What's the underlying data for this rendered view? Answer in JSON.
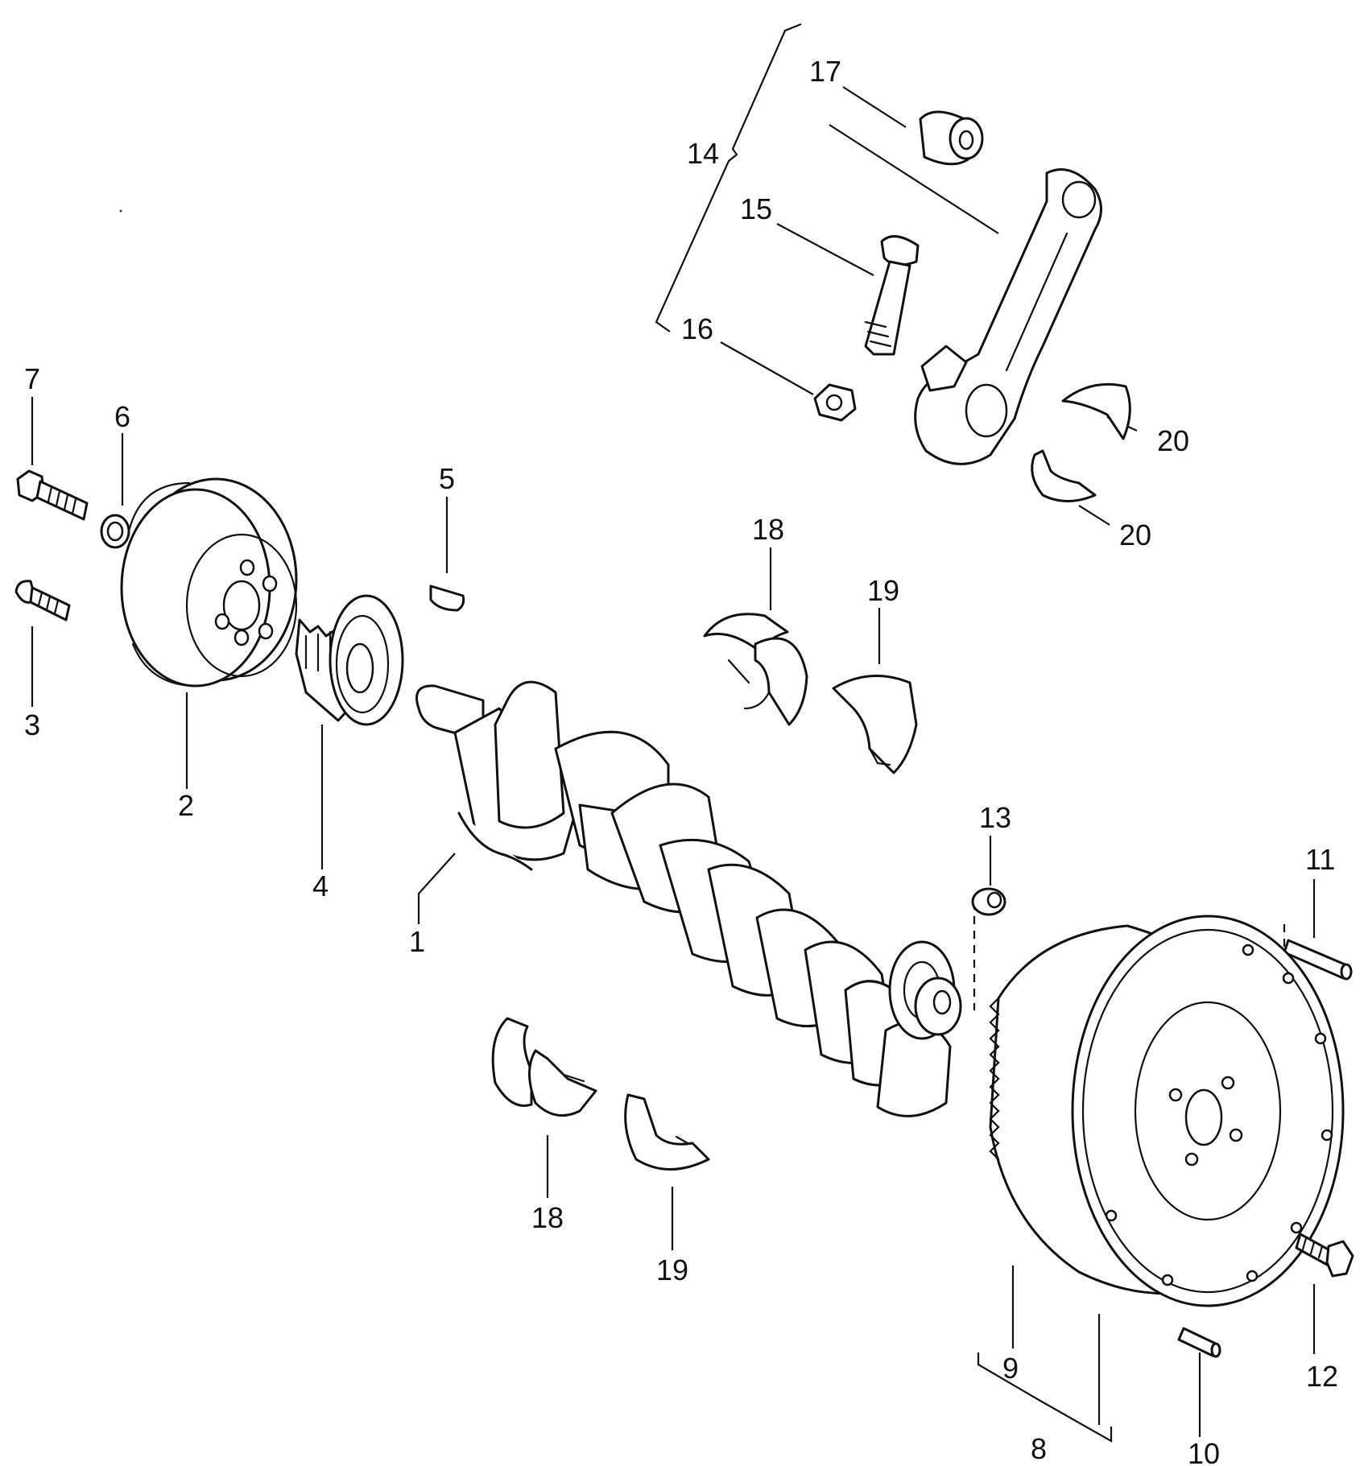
{
  "labels": {
    "l1": "1",
    "l2": "2",
    "l3": "3",
    "l4": "4",
    "l5": "5",
    "l6": "6",
    "l7": "7",
    "l8": "8",
    "l9": "9",
    "l10": "10",
    "l11": "11",
    "l12": "12",
    "l13": "13",
    "l14": "14",
    "l15": "15",
    "l16": "16",
    "l17": "17",
    "l18a": "18",
    "l18b": "18",
    "l19a": "19",
    "l19b": "19",
    "l20a": "20",
    "l20b": "20"
  }
}
